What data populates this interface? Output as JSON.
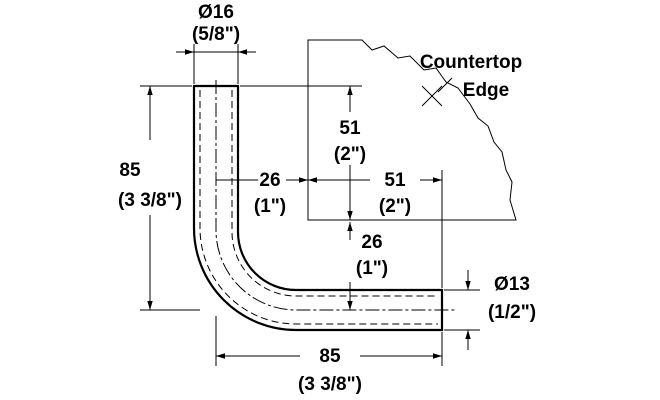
{
  "diagram": {
    "pipe_diameter": {
      "metric": "Ø16",
      "imperial": "(5/8\")"
    },
    "end_diameter": {
      "metric": "Ø13",
      "imperial": "(1/2\")"
    },
    "height": {
      "metric": "85",
      "imperial": "(3 3/8\")"
    },
    "length": {
      "metric": "85",
      "imperial": "(3 3/8\")"
    },
    "top_to_edge": {
      "metric": "51",
      "imperial": "(2\")"
    },
    "edge_to_end": {
      "metric": "51",
      "imperial": "(2\")"
    },
    "pipe_to_edge": {
      "metric": "26",
      "imperial": "(1\")"
    },
    "edge_to_centerline": {
      "metric": "26",
      "imperial": "(1\")"
    },
    "countertop_label": [
      "Countertop",
      "Edge"
    ]
  }
}
